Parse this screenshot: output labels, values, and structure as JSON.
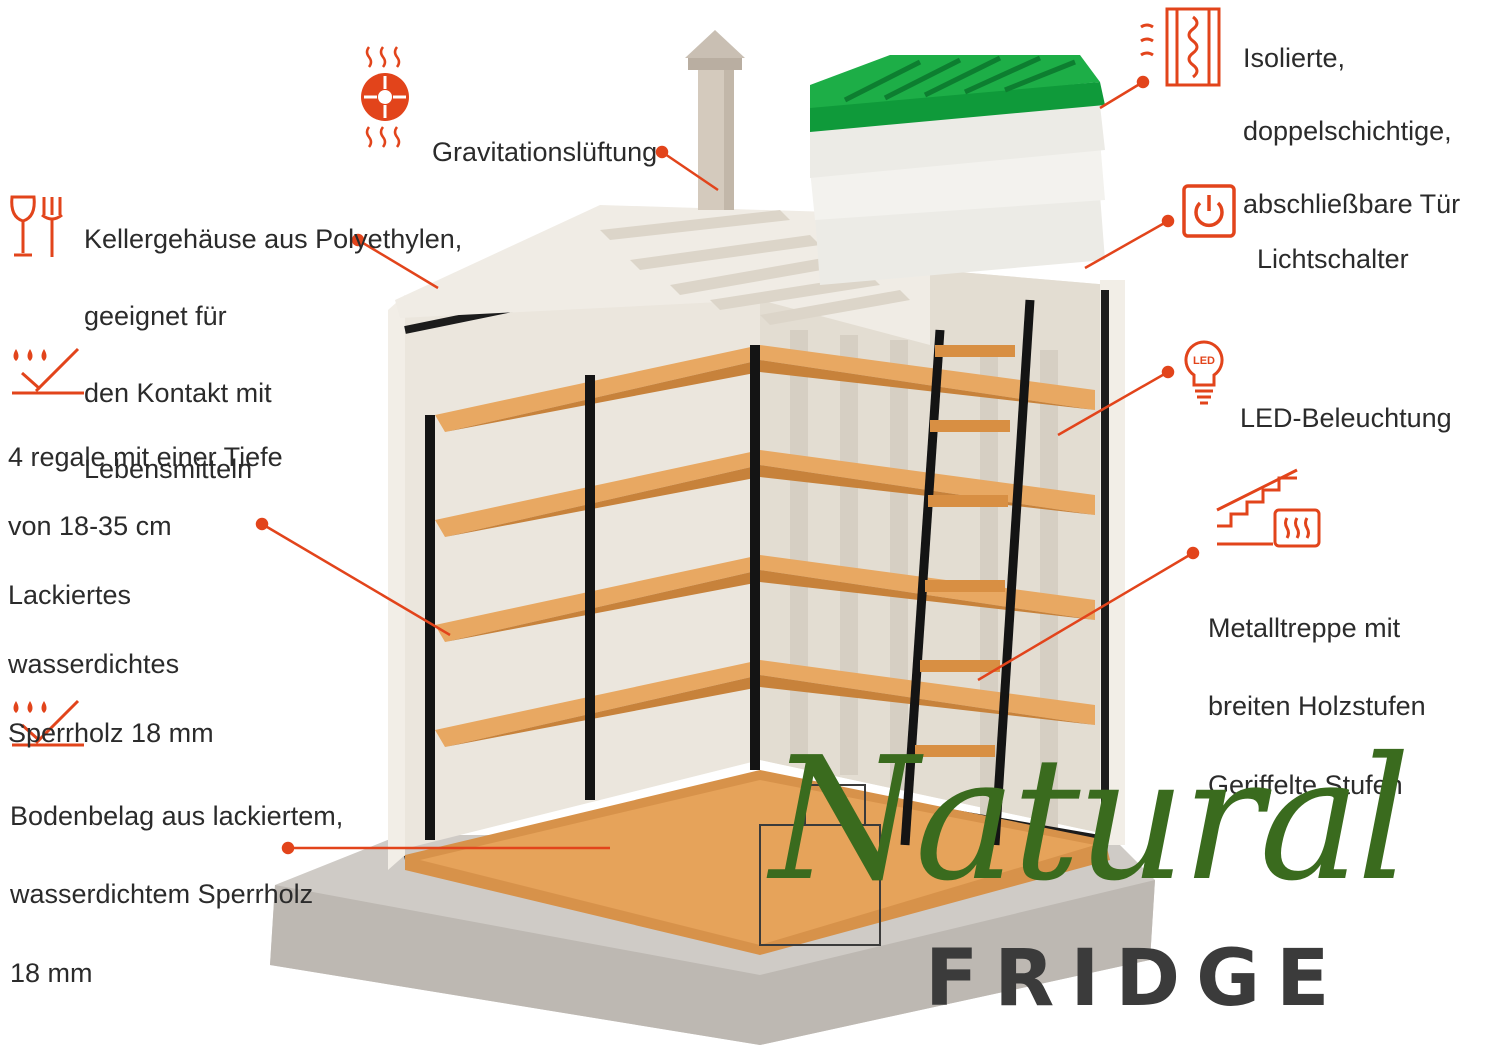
{
  "accent_color": "#e2441b",
  "labels": {
    "ventilation": "Gravitationslüftung",
    "housing": [
      "Kellergehäuse aus Polyethylen,",
      "geeignet für",
      "den Kontakt mit",
      "Lebensmitteln"
    ],
    "shelves": [
      "4 regale mit einer Tiefe",
      "von 18-35 cm",
      "Lackiertes",
      "wasserdichtes",
      "Sperrholz 18 mm"
    ],
    "floor": [
      "Bodenbelag aus lackiertem,",
      "wasserdichtem Sperrholz",
      "18 mm"
    ],
    "door": [
      "Isolierte,",
      "doppelschichtige,",
      "abschließbare Tür"
    ],
    "switch": "Lichtschalter",
    "led": "LED-Beleuchtung",
    "stairs": [
      "Metalltreppe mit",
      "breiten Holzstufen",
      "Geriffelte Stufen"
    ]
  },
  "icons": {
    "ventilation": "fan-heat-icon",
    "housing": "food-safe-icon",
    "shelves": "waterproof-icon",
    "floor": "waterproof-icon",
    "door": "insulated-door-icon",
    "switch": "power-switch-icon",
    "led": "led-bulb-icon",
    "stairs": "heated-stairs-icon",
    "led_badge": "LED"
  },
  "brand": {
    "script": "Natural",
    "word": "FRIDGE"
  }
}
